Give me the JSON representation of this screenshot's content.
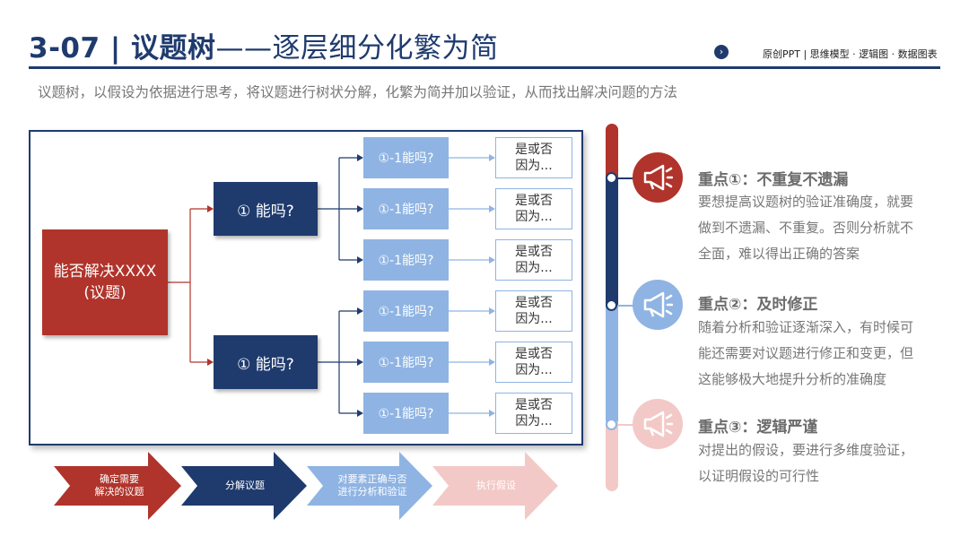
{
  "header": {
    "title_main": "3-07 | 议题树",
    "title_sub": "——逐层细分化繁为简",
    "nav_icon": "chevron-right-icon",
    "brand": "原创PPT | 思维模型 · 逻辑图 · 数据图表",
    "description": "议题树，以假设为依据进行思考，将议题进行树状分解，化繁为简并加以验证，从而找出解决问题的方法"
  },
  "tree": {
    "root": {
      "line1": "能否解决XXXX",
      "line2": "(议题)"
    },
    "level1": [
      "① 能吗?",
      "① 能吗?"
    ],
    "level2": [
      "①-1能吗?",
      "①-1能吗?",
      "①-1能吗?",
      "①-1能吗?",
      "①-1能吗?",
      "①-1能吗?"
    ],
    "level3": [
      {
        "line1": "是或否",
        "line2": "因为..."
      },
      {
        "line1": "是或否",
        "line2": "因为..."
      },
      {
        "line1": "是或否",
        "line2": "因为..."
      },
      {
        "line1": "是或否",
        "line2": "因为..."
      },
      {
        "line1": "是或否",
        "line2": "因为..."
      },
      {
        "line1": "是或否",
        "line2": "因为..."
      }
    ]
  },
  "steps": [
    {
      "line1": "确定需要",
      "line2": "解决的议题",
      "color": "#b0342b"
    },
    {
      "line1": "分解议题",
      "line2": "",
      "color": "#1f3b6e"
    },
    {
      "line1": "对要素正确与否",
      "line2": "进行分析和验证",
      "color": "#8fb4e3"
    },
    {
      "line1": "执行假设",
      "line2": "",
      "color": "#f3c9c7"
    }
  ],
  "key_points": [
    {
      "title": "重点①：不重复不遗漏",
      "lines": [
        "要想提高议题树的验证准确度，就要",
        "做到不遗漏、不重复。否则分析就不",
        "全面，难以得出正确的答案"
      ],
      "icon": "megaphone-icon",
      "color": "#b0342b",
      "title_color": "#6b6b6b"
    },
    {
      "title": "重点②：及时修正",
      "lines": [
        "随着分析和验证逐渐深入，有时候可",
        "能还需要对议题进行修正和变更，但",
        "这能够极大地提升分析的准确度"
      ],
      "icon": "megaphone-icon",
      "color": "#8fb4e3",
      "title_color": "#6b6b6b"
    },
    {
      "title": "重点③：逻辑严谨",
      "lines": [
        "对提出的假设，要进行多维度验证，",
        "以证明假设的可行性"
      ],
      "icon": "megaphone-icon",
      "color": "#f3c9c7",
      "title_color": "#6b6b6b"
    }
  ]
}
